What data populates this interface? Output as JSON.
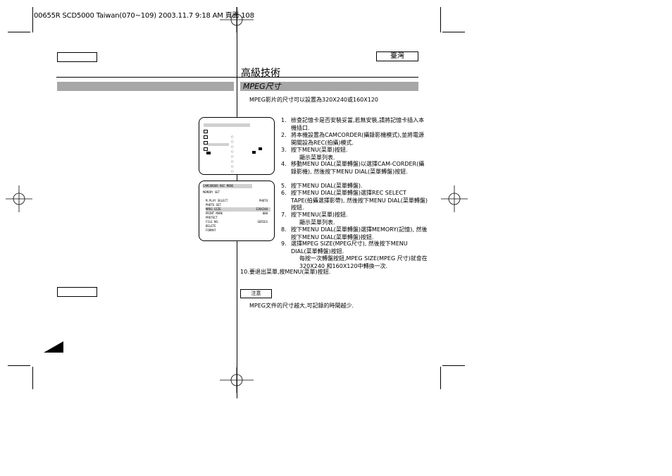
{
  "print_header": "00655R SCD5000 Taiwan(070~109)  2003.11.7  9:18 AM  頁面 108",
  "page": {
    "section_label": "臺灣",
    "heading": "高級技術",
    "section_title": "MPEG尺寸",
    "intro": "MPEG影片的尺寸可以設置為320X240或160X120"
  },
  "steps": [
    {
      "num": "1.",
      "text": "檢查記憶卡是否安裝妥當,若無安裝,請將記憶卡插入本機插口."
    },
    {
      "num": "2.",
      "text": "將本機設置為CAMCORDER(攝錄影機模式),並將電源開關設為REC(拍攝)模式."
    },
    {
      "num": "3.",
      "text": "按下MENU(菜單)按鈕.",
      "sub": "顯示菜單列表."
    },
    {
      "num": "4.",
      "text": "移動MENU DIAL(菜單轉盤)以選擇CAM-CORDER(攝錄影機), 然後按下MENU DIAL(菜單轉盤)按鈕."
    },
    {
      "num": "5.",
      "text": "按下MENU DIAL(菜單轉盤)."
    },
    {
      "num": "6.",
      "text": "按下MENU DIAL(菜單轉盤)選擇REC SELECT TAPE(拍攝選擇影帶), 然後按下MENU DIAL(菜單轉盤)按鈕."
    },
    {
      "num": "7.",
      "text": "按下MENU(菜單)按鈕.",
      "sub": "顯示菜單列表."
    },
    {
      "num": "8.",
      "text": "按下MENU DIAL(菜單轉盤)選擇MEMORY(記憶), 然後按下MENU DIAL(菜單轉盤)按鈕."
    },
    {
      "num": "9.",
      "text": "選擇MPEG SIZE(MPEG尺寸), 然後按下MENU DIAL(菜單轉盤)按鈕.",
      "sub": "每按一次轉盤按鈕,MPEG SIZE(MPEG 尺寸)就會在320X240 和160X120中轉換一次."
    },
    {
      "num": "10.",
      "text": "要退出菜單,按MENU(菜單)按鈕."
    }
  ],
  "note": {
    "label": "注意",
    "text": "MPEG文件的尺寸越大,可記錄的時間越少."
  },
  "screen2": {
    "title": "CAMCORDER REC MODE",
    "memory": "MEMORY SET",
    "rows": [
      {
        "label": "M.PLAY SELECT",
        "value": "PHOTO"
      },
      {
        "label": "PHOTO SET",
        "value": ""
      },
      {
        "label": "MPEG SIZE",
        "value": "320X240"
      },
      {
        "label": "PRINT MARK",
        "value": "000"
      },
      {
        "label": "PROTECT",
        "value": ""
      },
      {
        "label": "FILE NO.",
        "value": "SERIES"
      },
      {
        "label": "DELETE",
        "value": ""
      },
      {
        "label": "FORMAT",
        "value": ""
      }
    ]
  },
  "colors": {
    "bar": "#a7a7a7",
    "ink": "#000000"
  }
}
